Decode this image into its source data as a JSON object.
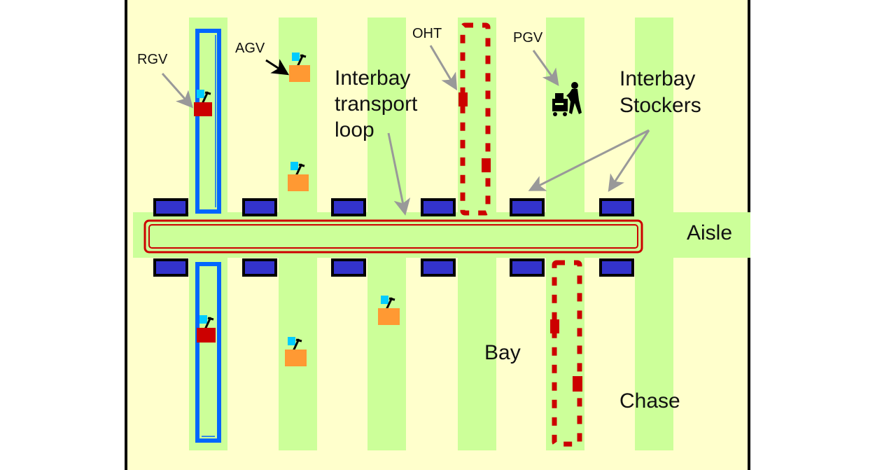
{
  "colors": {
    "floor": "#FFFFCC",
    "bay_green": "#CCFF99",
    "frame": "#000000",
    "stocker_fill": "#3333CC",
    "stocker_border": "#000000",
    "rgv_track": "#0066FF",
    "rgv_body": "#CC0000",
    "agv_body": "#FF9933",
    "robot_head": "#00CCFF",
    "oht_track": "#CC0000",
    "interbay_loop": "#CC0000",
    "callout_arrow": "#999999",
    "agv_arrow": "#000000"
  },
  "labels": {
    "rgv": "RGV",
    "agv": "AGV",
    "oht": "OHT",
    "pgv": "PGV",
    "interbay_loop": [
      "Interbay",
      "transport",
      "loop"
    ],
    "interbay_stockers": [
      "Interbay",
      "Stockers"
    ],
    "aisle": "Aisle",
    "bay": "Bay",
    "chase": "Chase"
  },
  "layout_counts": {
    "bays": 6,
    "stockers_per_side": 6
  },
  "vehicles": [
    {
      "type": "RGV",
      "icon": "rgv-vehicle-icon"
    },
    {
      "type": "RGV",
      "icon": "rgv-vehicle-icon"
    },
    {
      "type": "AGV",
      "icon": "agv-vehicle-icon"
    },
    {
      "type": "AGV",
      "icon": "agv-vehicle-icon"
    },
    {
      "type": "AGV",
      "icon": "agv-vehicle-icon"
    },
    {
      "type": "AGV",
      "icon": "agv-vehicle-icon"
    },
    {
      "type": "OHT",
      "icon": "oht-vehicle-icon"
    },
    {
      "type": "PGV",
      "icon": "pgv-person-cart-icon"
    }
  ]
}
